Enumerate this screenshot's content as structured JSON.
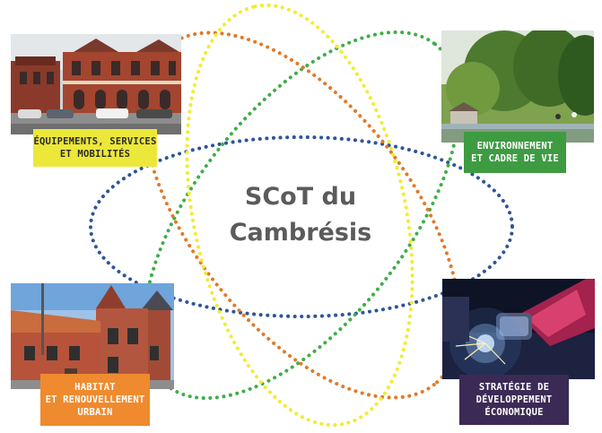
{
  "center_title": [
    "SCoT du",
    "Cambrésis"
  ],
  "colors": {
    "orange": "#e07a2a",
    "yellow": "#f2ec2e",
    "green": "#3fae48",
    "blue": "#2f5597",
    "title": "#5b5b5b"
  },
  "pillars": [
    {
      "key": "equipements",
      "lines": [
        "ÉQUIPEMENTS, SERVICES",
        "ET MOBILITÉS"
      ],
      "tag_bg": "#ece83a",
      "tag_fg": "#2b2b2b",
      "photo": "town-hall-photo"
    },
    {
      "key": "environnement",
      "lines": [
        "ENVIRONNEMENT",
        "ET CADRE DE VIE"
      ],
      "tag_bg": "#3e9b42",
      "tag_fg": "#ffffff",
      "photo": "river-trees-photo"
    },
    {
      "key": "habitat",
      "lines": [
        "HABITAT",
        "ET RENOUVELLEMENT",
        "URBAIN"
      ],
      "tag_bg": "#ef8a2e",
      "tag_fg": "#ffffff",
      "photo": "brick-houses-photo"
    },
    {
      "key": "strategie",
      "lines": [
        "STRATÉGIE DE",
        "DÉVELOPPEMENT",
        "ÉCONOMIQUE"
      ],
      "tag_bg": "#3b2a55",
      "tag_fg": "#ffffff",
      "photo": "welding-robot-photo"
    }
  ]
}
